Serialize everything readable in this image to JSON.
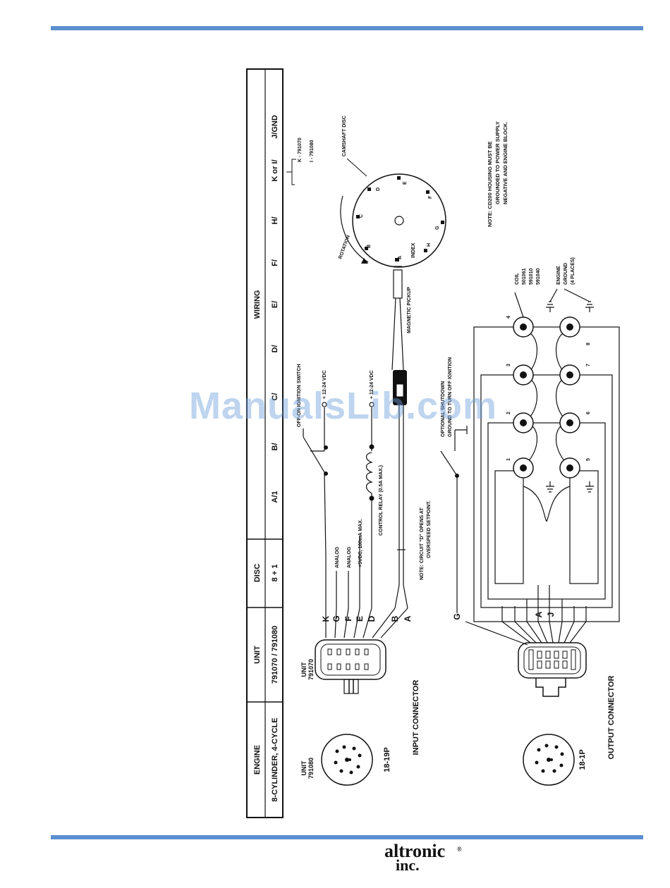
{
  "table": {
    "headers": {
      "engine": "ENGINE",
      "unit": "UNIT",
      "disc": "DISC",
      "wiring": "WIRING"
    },
    "values": {
      "engine": "8-CYLINDER, 4-CYCLE",
      "unit": "791070 / 791080",
      "disc": "8 + 1"
    },
    "wiring_columns": [
      "A/1",
      "B/",
      "C/",
      "D/",
      "E/",
      "F/",
      "H/",
      "K or I/",
      "J/GND"
    ]
  },
  "kor_note": {
    "k": "K - 791070",
    "i": "I - 791080"
  },
  "disc": {
    "title": "CAMSHAFT DISC",
    "rotation": "ROTATION",
    "index": "INDEX",
    "pickup": "MAGNETIC PICKUP",
    "letters": [
      "A",
      "B",
      "C",
      "D",
      "E",
      "F",
      "G",
      "H"
    ]
  },
  "housing_note": "NOTE: CD200 HOUSING MUST BE GROUNDED TO POWER SUPPLY NEGATIVE AND ENGINE BLOCK.",
  "input": {
    "title": "INPUT CONNECTOR",
    "unit_791070": "UNIT 791070",
    "unit_791080": "UNIT 791080",
    "plug": "18-19P",
    "pin_letters": [
      "K",
      "G",
      "F",
      "E",
      "D",
      "B",
      "A"
    ],
    "switch_label": "OFF-ON IGNITION SWITCH",
    "vdc": "+ 12-24 VDC",
    "relay": "CONTROL RELAY (0.5A MAX.)",
    "analog": "ANALOG",
    "plus5": "+5VDC, 100mA MAX.",
    "note": "NOTE: CIRCUIT \"D\" OPENS AT OVERSPEED SETPOINT."
  },
  "output": {
    "title": "OUTPUT CONNECTOR",
    "plug": "18-1P",
    "pin_letters": [
      "G",
      "A",
      "J"
    ],
    "shutdown": "OPTIONAL SHUTDOWN GROUND TO TURN OFF IGNITION",
    "coil": "COIL",
    "coil_parts": [
      "501061",
      "591010",
      "591040"
    ],
    "engine_ground": "ENGINE GROUND (4 PLACES)",
    "coil_numbers": [
      "1",
      "2",
      "3",
      "4",
      "5",
      "6",
      "7",
      "8"
    ]
  },
  "watermark": "ManualsLib.com",
  "logo": {
    "line1": "altronic",
    "line2": "inc.",
    "mark": "®"
  }
}
